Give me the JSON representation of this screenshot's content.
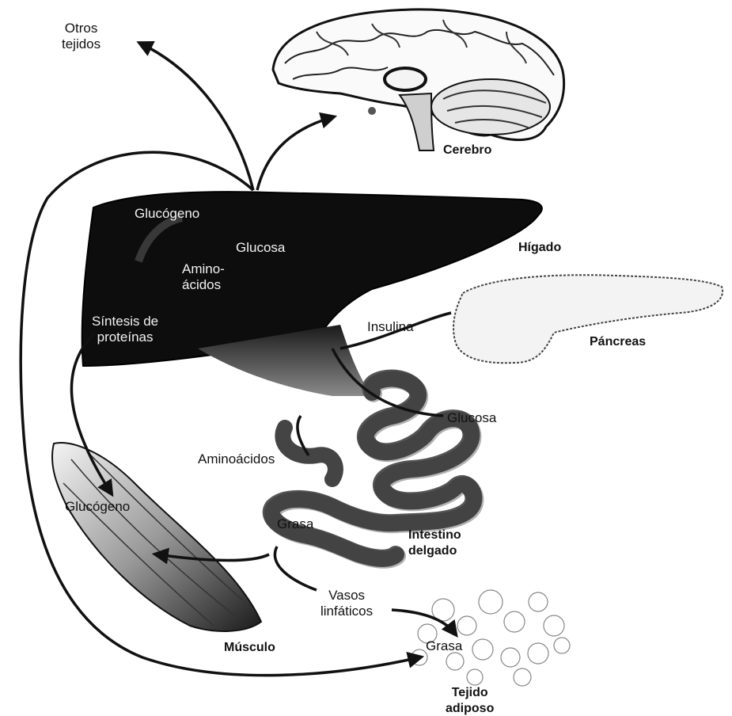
{
  "labels": {
    "otros_tejidos": "Otros\ntejidos",
    "cerebro": "Cerebro",
    "glucogeno_higado": "Glucógeno",
    "glucosa_higado": "Glucosa",
    "aminoacidos_higado": "Amino-\nácidos",
    "sintesis": "Síntesis de\nproteínas",
    "higado": "Hígado",
    "insulina": "Insulina",
    "pancreas": "Páncreas",
    "glucosa_intestino": "Glucosa",
    "aminoacidos_intestino": "Aminoácidos",
    "glucogeno_musculo": "Glucógeno",
    "grasa_intestino": "Grasa",
    "intestino": "Intestino\ndelgado",
    "vasos": "Vasos\nlinfáticos",
    "grasa_adiposo": "Grasa",
    "musculo": "Músculo",
    "tejido_adiposo": "Tejido\nadiposo"
  }
}
